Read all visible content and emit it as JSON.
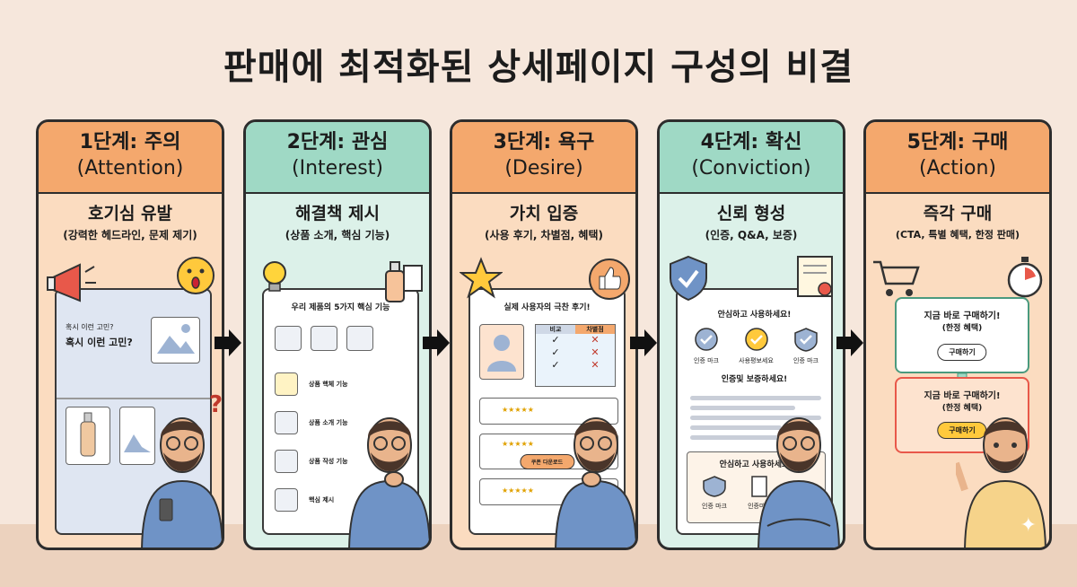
{
  "title": "판매에 최적화된 상세페이지 구성의 비결",
  "colors": {
    "orange": "#f4a86d",
    "orange_light": "#fbdcc0",
    "mint": "#9fd9c5",
    "mint_light": "#dcf1e9"
  },
  "stages": [
    {
      "step": "1단계: 주의",
      "eng": "(Attention)",
      "goal": "호기심 유발",
      "detail": "(강력한 헤드라인, 문제 제기)",
      "mock": {
        "text_a": "혹시 이런 고민?",
        "text_b": "혹시 이런 고민?"
      }
    },
    {
      "step": "2단계: 관심",
      "eng": "(Interest)",
      "goal": "해결책 제시",
      "detail": "(상품 소개, 핵심 기능)",
      "mock": {
        "heading": "우리 제품의 5가지 핵심 기능",
        "items": [
          "상품 핵체 기능",
          "상품 소개 기능",
          "상품 작성 기능",
          "핵심 제시"
        ]
      }
    },
    {
      "step": "3단계: 욕구",
      "eng": "(Desire)",
      "goal": "가치 입증",
      "detail": "(사용 후기, 차별점, 혜택)",
      "mock": {
        "heading": "실제 사용자의 극찬 후기!",
        "col_a": "비교",
        "col_b": "차별점",
        "button": "쿠폰 다운로드"
      }
    },
    {
      "step": "4단계: 확신",
      "eng": "(Conviction)",
      "goal": "신뢰 형성",
      "detail": "(인증, Q&A, 보증)",
      "mock": {
        "heading": "안심하고 사용하세요!",
        "badges": [
          "인증 마크",
          "사용평보세요",
          "인증 마크"
        ],
        "qa_heading": "인증및 보증하세요!",
        "heading2": "안심하고 사용하세요!",
        "badges2": [
          "인증 마크",
          "인증마크"
        ]
      }
    },
    {
      "step": "5단계: 구매",
      "eng": "(Action)",
      "goal": "즉각 구매",
      "detail": "(CTA, 특별 혜택, 한정 판매)",
      "mock": {
        "cta_top": "지금 바로 구매하기!",
        "cta_top_sub": "(한정 혜택)",
        "button_top": "구매하기",
        "cta_bottom": "지금 바로 구매하기!",
        "cta_bottom_sub": "(한정 혜택)",
        "button_bottom": "구매하기"
      }
    }
  ]
}
